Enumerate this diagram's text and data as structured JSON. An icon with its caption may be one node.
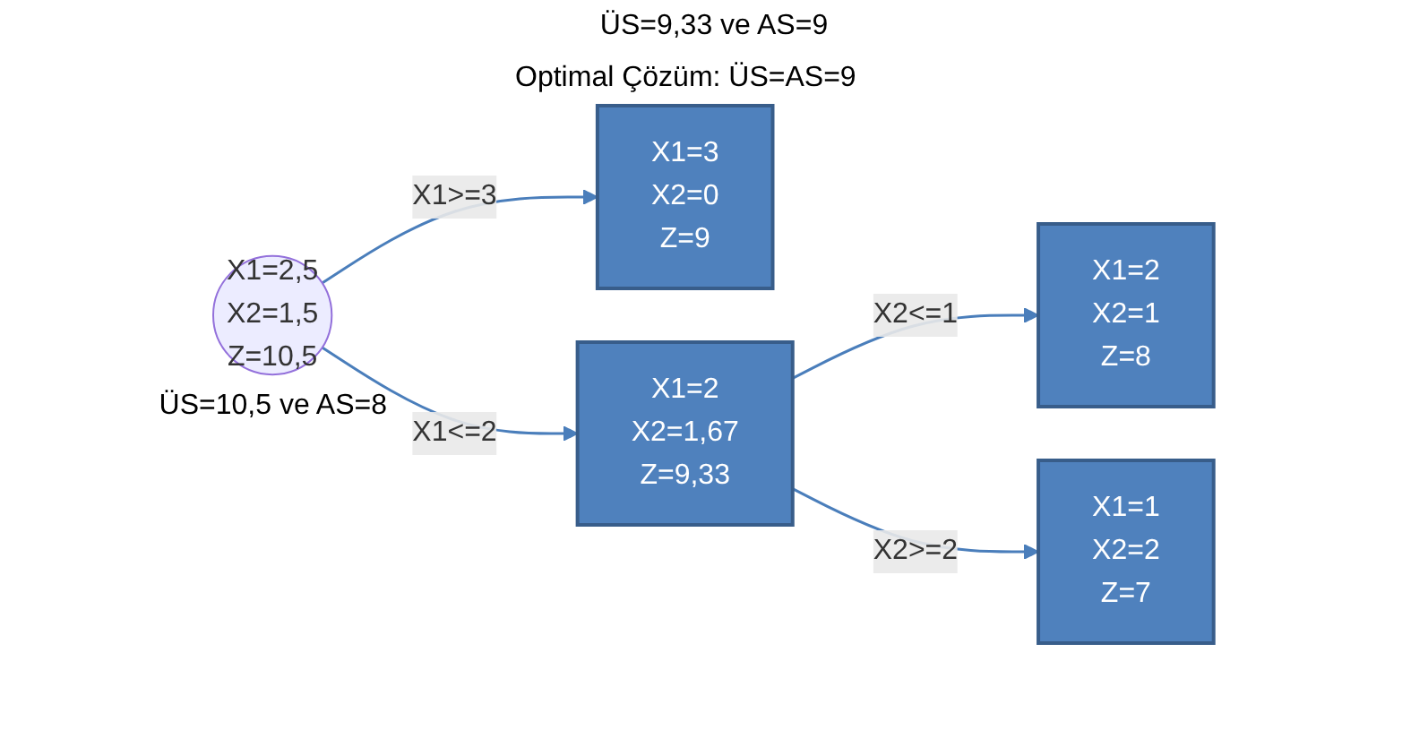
{
  "diagram": {
    "nodes": [
      {
        "text": [
          "X1=2,5",
          "X2=1,5",
          "Z=10,5"
        ],
        "beside": [
          "ÜS=10,5 ve AS=8"
        ]
      },
      {
        "text": [
          "X1=3",
          "X2=0",
          "Z=9"
        ],
        "beside": [
          "Optimal Çözüm: ÜS=AS=9"
        ]
      },
      {
        "text": [
          "X1=2",
          "X2=1,67",
          "Z=9,33"
        ]
      },
      {
        "text": [
          "X1=2",
          "X2=1",
          "Z=8"
        ]
      },
      {
        "text": [
          "X1=1",
          "X2=2",
          "Z=7"
        ]
      }
    ],
    "edges": [
      {
        "from": 0,
        "to": 1,
        "arrow": "to",
        "label": "X1>=3"
      },
      {
        "from": 0,
        "to": 2,
        "arrow": "to",
        "label": "X1<=2"
      },
      {
        "from": 2,
        "to": 3,
        "arrow": "to",
        "label": "X2<=1"
      },
      {
        "from": 2,
        "to": 4,
        "arrow": "to",
        "label": "X2>=2"
      }
    ],
    "labels": [
      "ÜS=9,33 ve AS=9"
    ]
  }
}
